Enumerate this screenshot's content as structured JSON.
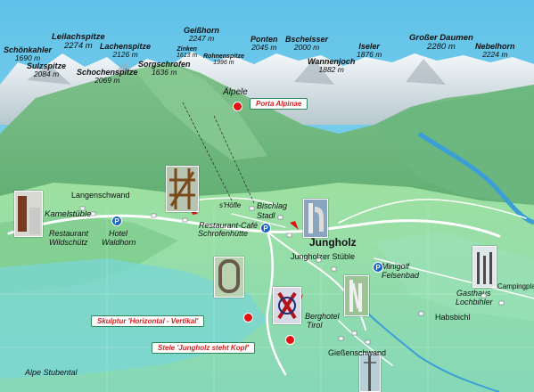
{
  "peaks": [
    {
      "name": "Schönkahler",
      "elev": "1690 m"
    },
    {
      "name": "Leilachspitze",
      "elev": "2274 m"
    },
    {
      "name": "Sulzspitze",
      "elev": "2084 m"
    },
    {
      "name": "Lachenspitze",
      "elev": "2126 m"
    },
    {
      "name": "Schochenspitze",
      "elev": "2069 m"
    },
    {
      "name": "Sorgschrofen",
      "elev": "1636 m"
    },
    {
      "name": "Zinken",
      "elev": "1613 m"
    },
    {
      "name": "Geißhorn",
      "elev": "2247 m"
    },
    {
      "name": "Rohnenspitze",
      "elev": "1996 m"
    },
    {
      "name": "Ponten",
      "elev": "2045 m"
    },
    {
      "name": "Bscheisser",
      "elev": "2000 m"
    },
    {
      "name": "Wannenjoch",
      "elev": "1882 m"
    },
    {
      "name": "Iseler",
      "elev": "1876 m"
    },
    {
      "name": "Großer Daumen",
      "elev": "2280 m"
    },
    {
      "name": "Nebelhorn",
      "elev": "2224 m"
    }
  ],
  "places": {
    "alpele": "Älpele",
    "langenschwand": "Langenschwand",
    "kamelstueble": "Kamelstüble",
    "restaurant_wildschuetz_1": "Restaurant",
    "restaurant_wildschuetz_2": "Wildschütz",
    "hotel_waldhorn_1": "Hotel",
    "hotel_waldhorn_2": "Waldhorn",
    "restaurant_cafe_1": "Restaurant-Café",
    "restaurant_cafe_2": "Schrofenhütte",
    "shoefe": "s'Höfle",
    "bischlag_1": "Bischlag",
    "bischlag_2": "Stadl",
    "jungholz": "Jungholz",
    "jungholzer_stueble": "Jungholzer Stüble",
    "minigolf_1": "Minigolf",
    "minigolf_2": "Felsenbad",
    "campingplatz": "Campingplatz",
    "gasthaus_1": "Gasthaus",
    "gasthaus_2": "Lochbihler",
    "habsbichl": "Habsbichl",
    "berghotel_1": "Berghotel",
    "berghotel_2": "Tirol",
    "giessenschwand": "Gießenschwand",
    "alpe_stubental": "Alpe Stubental"
  },
  "pills": {
    "porta_alpinae": "Porta Alpinae",
    "skulptur": "Skulptur  'Horizontal - Vertikal'",
    "stele": "Stele 'Jungholz steht Kopf'"
  },
  "parking_label": "P",
  "colors": {
    "sky": "#7fd0ea",
    "meadow": "#8fd68a",
    "forest": "#6bb97a",
    "road": "#ffffff",
    "marker": "#e31212",
    "river": "#3a9fd6"
  }
}
